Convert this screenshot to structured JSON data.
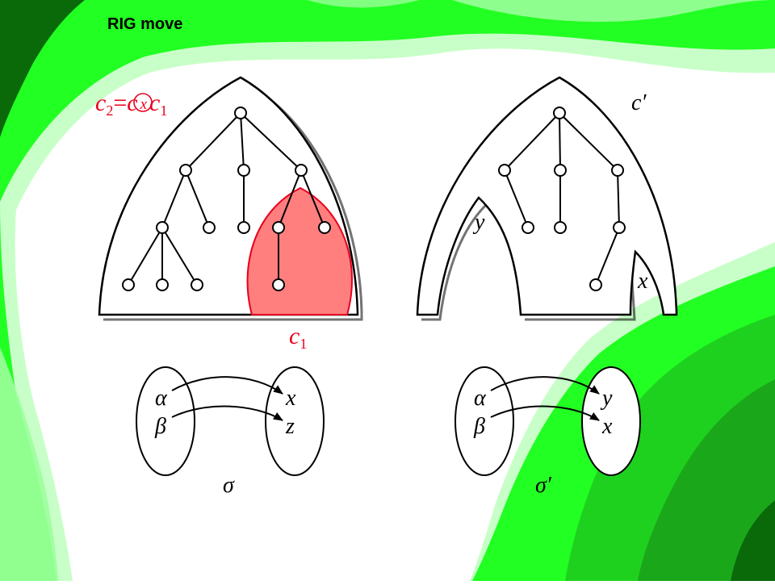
{
  "slide": {
    "title": "RIG move",
    "background_colors": {
      "bright": "#22ff22",
      "mid": "#1ab01a",
      "dark": "#0a6a0a",
      "pale": "#b8ffb8"
    }
  },
  "left_diagram": {
    "context_label": {
      "c": "c",
      "sub2": "2",
      "eq": "=",
      "c_plain": "c",
      "x": "x",
      "c2": "c",
      "sub1": "1"
    },
    "subtree_label": {
      "c": "c",
      "sub": "1"
    },
    "subtree_color": "#ff7f7f"
  },
  "right_diagram": {
    "context_label": "c′",
    "hole_labels": {
      "y": "y",
      "x": "x"
    }
  },
  "left_mapping": {
    "domain": [
      "α",
      "β"
    ],
    "codomain": [
      "x",
      "z"
    ],
    "name": "σ"
  },
  "right_mapping": {
    "domain": [
      "α",
      "β"
    ],
    "codomain": [
      "y",
      "x"
    ],
    "name": "σ′"
  }
}
